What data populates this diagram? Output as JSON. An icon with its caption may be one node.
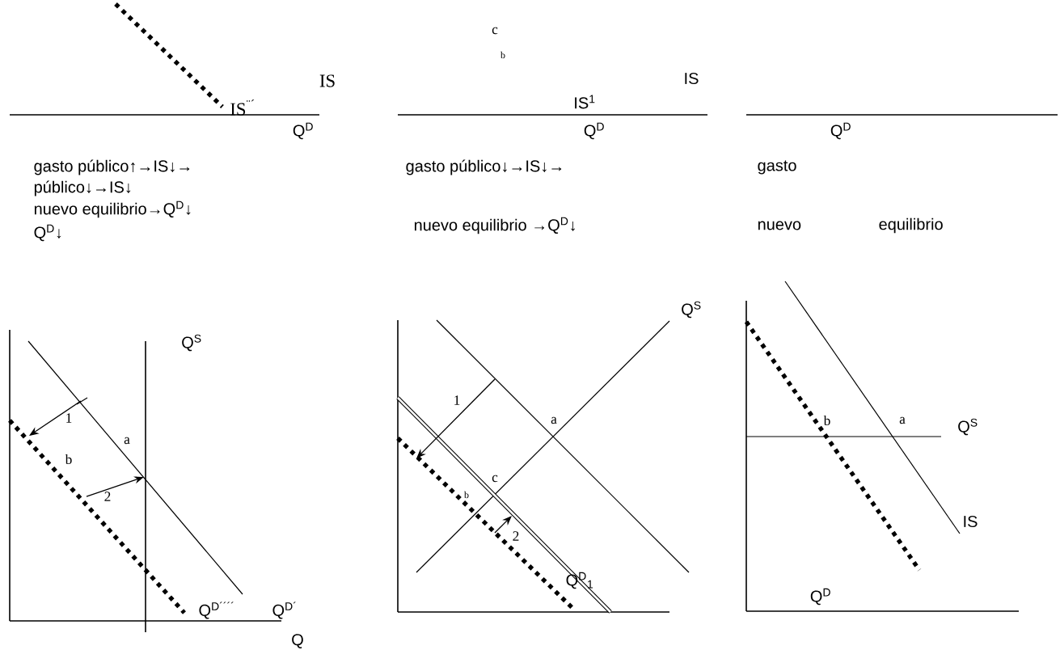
{
  "diagram": {
    "labels": [
      "IS",
      "IS$^{¨´}$",
      "Q$^{D}$",
      "gasto público↑→IS↓→",
      "público↓→IS↓",
      "nuevo equilibrio→Q$^{D}$↓",
      "Q$^{D}$↓",
      "c",
      "b",
      "IS",
      "IS$^{1}$",
      "Q$^{D}$",
      "gasto público↓→IS↓→",
      "nuevo equilibrio →Q$^{D}$↓",
      "Q$^{D}$",
      "gasto",
      "nuevo",
      "equilibrio",
      "Q$^{S}$",
      "1",
      "a",
      "b",
      "2",
      "Q$^{D´´´´}$",
      "Q$^{D´}$",
      "Q",
      "Q$^{S}$",
      "1",
      "a",
      "c",
      "b",
      "2",
      "Q$^{D}$",
      "Q$^{D}$$_{1}$",
      "b",
      "a",
      "Q$^{S}$",
      "IS"
    ]
  }
}
